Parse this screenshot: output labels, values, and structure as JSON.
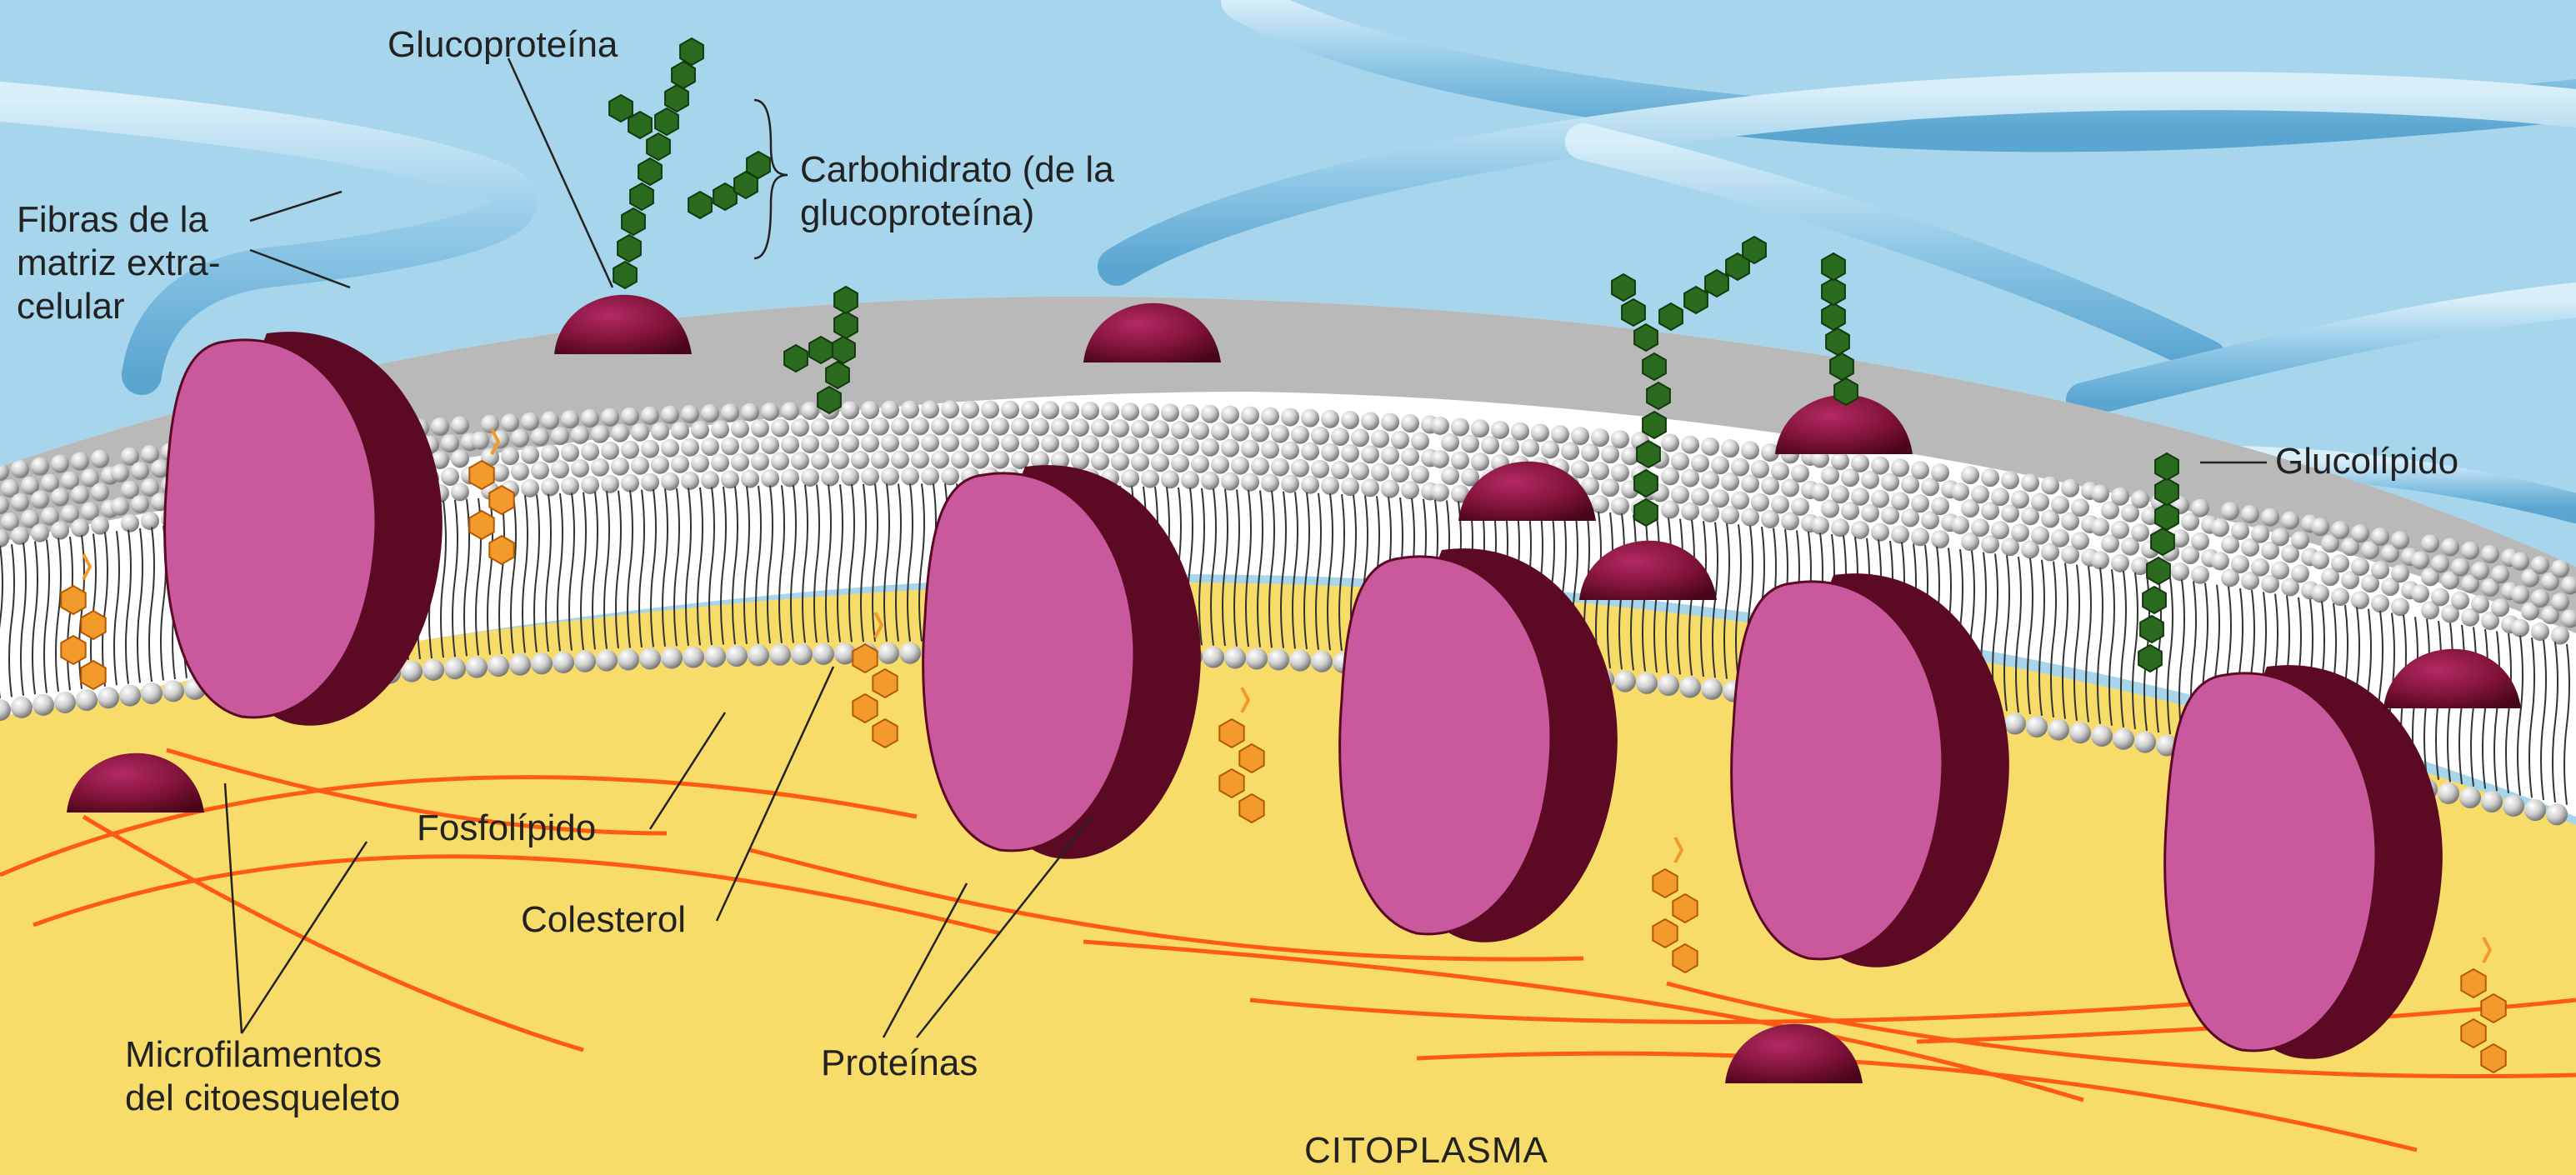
{
  "labels": {
    "glucoproteina": "Glucoproteína",
    "carbohidrato": [
      "Carbohidrato (de la",
      "glucoproteína)"
    ],
    "fibras": [
      "Fibras de la",
      "matriz extra-",
      "celular"
    ],
    "glucolipido": "Glucolípido",
    "fosfolipido": "Fosfolípido",
    "colesterol": "Colesterol",
    "microfilamentos": [
      "Microfilamentos",
      "del citoesqueleto"
    ],
    "proteinas": "Proteínas",
    "citoplasma": "CITOPLASMA"
  },
  "colors": {
    "extracellular": "#a7d6ec",
    "fibers": "#8fc7e6",
    "cytoplasm": "#f7dc6a",
    "microfilaments": "#ff5a12",
    "phospholipid_head": "#c9c9c9",
    "protein_front": "#c9589d",
    "protein_dark": "#5c0a24",
    "cholesterol": "#f39a2c",
    "carbohydrate": "#2b6b1f"
  }
}
